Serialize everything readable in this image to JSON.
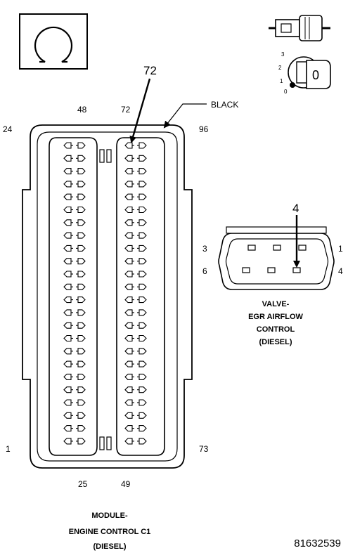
{
  "icons": {
    "ohmmeter": "ohm-symbol-icon",
    "connector": "connector-plug-icon",
    "ignition": "ignition-key-icon",
    "ignition_positions": [
      "3",
      "2",
      "1",
      "0"
    ],
    "ignition_key_label": "0"
  },
  "ecm_connector": {
    "title_lines": [
      "MODULE-",
      "ENGINE CONTROL C1",
      "(DIESEL)"
    ],
    "color_label": "BLACK",
    "highlight_pin": "72",
    "pin_labels": {
      "top_left_col_top": "48",
      "top_right_col_top": "72",
      "left_edge_top": "24",
      "right_edge_top": "96",
      "left_edge_bottom": "1",
      "right_edge_bottom": "73",
      "bottom_left_col": "25",
      "bottom_right_col": "49"
    },
    "rows_per_column": 24,
    "columns": 4
  },
  "egr_connector": {
    "title_lines": [
      "VALVE-",
      "EGR AIRFLOW",
      "CONTROL",
      "(DIESEL)"
    ],
    "highlight_pin": "4",
    "pin_labels": {
      "top_left": "3",
      "top_right": "1",
      "bottom_left": "6",
      "bottom_right": "4"
    }
  },
  "document_number": "81632539"
}
